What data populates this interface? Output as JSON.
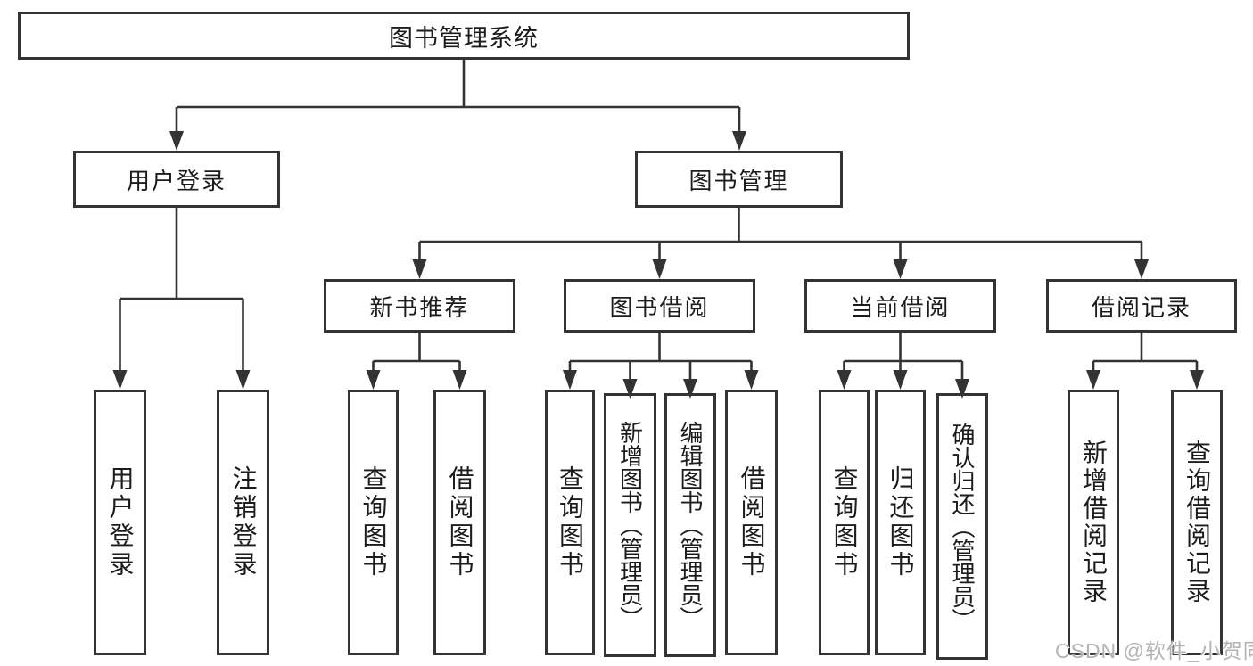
{
  "diagram": {
    "root": {
      "label": "图书管理系统"
    },
    "level1": [
      {
        "label": "用户登录"
      },
      {
        "label": "图书管理"
      }
    ],
    "level2": [
      {
        "label": "新书推荐"
      },
      {
        "label": "图书借阅"
      },
      {
        "label": "当前借阅"
      },
      {
        "label": "借阅记录"
      }
    ],
    "leaves": {
      "user_login": [
        {
          "label": "用户登录"
        },
        {
          "label": "注销登录"
        }
      ],
      "new_book": [
        {
          "label": "查询图书"
        },
        {
          "label": "借阅图书"
        }
      ],
      "book_borrow": [
        {
          "label": "查询图书"
        },
        {
          "label": "新增图书（管理员）"
        },
        {
          "label": "编辑图书（管理员）"
        },
        {
          "label": "借阅图书"
        }
      ],
      "current_borrow": [
        {
          "label": "查询图书"
        },
        {
          "label": "归还图书"
        },
        {
          "label": "确认归还（管理员）"
        }
      ],
      "borrow_record": [
        {
          "label": "新增借阅记录"
        },
        {
          "label": "查询借阅记录"
        }
      ]
    },
    "watermark": "CSDN @软件_小贺同学",
    "colors": {
      "line": "#333333",
      "box_background": "#ffffff",
      "text": "#1c1c1c",
      "watermark": "#b3b3b3"
    }
  }
}
